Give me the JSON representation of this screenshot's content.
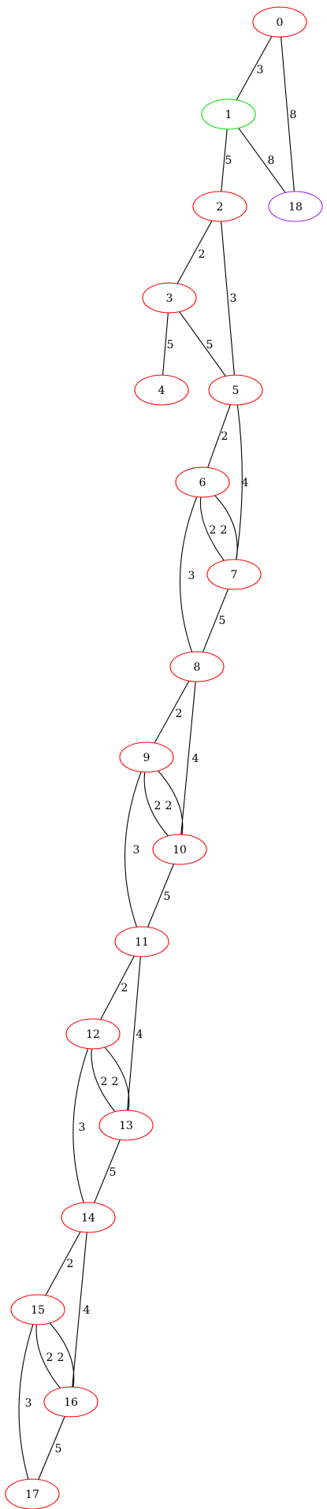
{
  "graph": {
    "colors": {
      "default_node": "#ff0000",
      "start_node": "#00dd00",
      "end_node": "#a020f0",
      "edge": "#000000"
    },
    "nodes": [
      {
        "id": "0",
        "label": "0",
        "color": "#ff0000"
      },
      {
        "id": "1",
        "label": "1",
        "color": "#00dd00"
      },
      {
        "id": "2",
        "label": "2",
        "color": "#ff0000"
      },
      {
        "id": "18",
        "label": "18",
        "color": "#a020f0"
      },
      {
        "id": "3",
        "label": "3",
        "color": "#ff0000"
      },
      {
        "id": "4",
        "label": "4",
        "color": "#ff0000"
      },
      {
        "id": "5",
        "label": "5",
        "color": "#ff0000"
      },
      {
        "id": "6",
        "label": "6",
        "color": "#ff0000"
      },
      {
        "id": "7",
        "label": "7",
        "color": "#ff0000"
      },
      {
        "id": "8",
        "label": "8",
        "color": "#ff0000"
      },
      {
        "id": "9",
        "label": "9",
        "color": "#ff0000"
      },
      {
        "id": "10",
        "label": "10",
        "color": "#ff0000"
      },
      {
        "id": "11",
        "label": "11",
        "color": "#ff0000"
      },
      {
        "id": "12",
        "label": "12",
        "color": "#ff0000"
      },
      {
        "id": "13",
        "label": "13",
        "color": "#ff0000"
      },
      {
        "id": "14",
        "label": "14",
        "color": "#ff0000"
      },
      {
        "id": "15",
        "label": "15",
        "color": "#ff0000"
      },
      {
        "id": "16",
        "label": "16",
        "color": "#ff0000"
      },
      {
        "id": "17",
        "label": "17",
        "color": "#ff0000"
      }
    ],
    "edges": [
      {
        "from": "0",
        "to": "1",
        "weight": "3"
      },
      {
        "from": "0",
        "to": "18",
        "weight": "8"
      },
      {
        "from": "1",
        "to": "2",
        "weight": "5"
      },
      {
        "from": "1",
        "to": "18",
        "weight": "8"
      },
      {
        "from": "2",
        "to": "3",
        "weight": "2"
      },
      {
        "from": "2",
        "to": "5",
        "weight": "3"
      },
      {
        "from": "3",
        "to": "4",
        "weight": "5"
      },
      {
        "from": "3",
        "to": "5",
        "weight": "5"
      },
      {
        "from": "5",
        "to": "6",
        "weight": "2"
      },
      {
        "from": "5",
        "to": "7",
        "weight": "4"
      },
      {
        "from": "6",
        "to": "7",
        "weight": "2"
      },
      {
        "from": "6",
        "to": "7",
        "weight": "2"
      },
      {
        "from": "6",
        "to": "8",
        "weight": "3"
      },
      {
        "from": "7",
        "to": "8",
        "weight": "5"
      },
      {
        "from": "8",
        "to": "9",
        "weight": "2"
      },
      {
        "from": "8",
        "to": "10",
        "weight": "4"
      },
      {
        "from": "9",
        "to": "10",
        "weight": "2"
      },
      {
        "from": "9",
        "to": "10",
        "weight": "2"
      },
      {
        "from": "9",
        "to": "11",
        "weight": "3"
      },
      {
        "from": "10",
        "to": "11",
        "weight": "5"
      },
      {
        "from": "11",
        "to": "12",
        "weight": "2"
      },
      {
        "from": "11",
        "to": "13",
        "weight": "4"
      },
      {
        "from": "12",
        "to": "13",
        "weight": "2"
      },
      {
        "from": "12",
        "to": "13",
        "weight": "2"
      },
      {
        "from": "12",
        "to": "14",
        "weight": "3"
      },
      {
        "from": "13",
        "to": "14",
        "weight": "5"
      },
      {
        "from": "14",
        "to": "15",
        "weight": "2"
      },
      {
        "from": "14",
        "to": "16",
        "weight": "4"
      },
      {
        "from": "15",
        "to": "16",
        "weight": "2"
      },
      {
        "from": "15",
        "to": "16",
        "weight": "2"
      },
      {
        "from": "15",
        "to": "17",
        "weight": "3"
      },
      {
        "from": "16",
        "to": "17",
        "weight": "5"
      }
    ]
  }
}
